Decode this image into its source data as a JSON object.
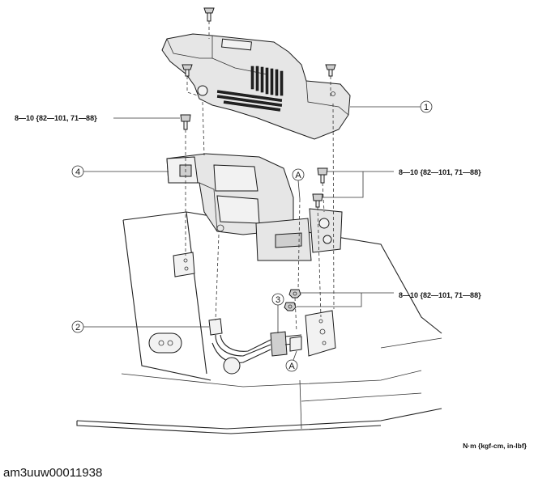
{
  "callouts": {
    "part1": "1",
    "part2": "2",
    "part3": "3",
    "part4": "4",
    "refA": "A"
  },
  "torque_specs": {
    "bolt_left": "8—10 {82—101, 71—88}",
    "bolt_right_upper": "8—10 {82—101, 71—88}",
    "nut_right_lower": "8—10 {82—101, 71—88}"
  },
  "units_note": "N·m {kgf-cm, in-lbf}",
  "figure_id": "am3uuw00011938"
}
